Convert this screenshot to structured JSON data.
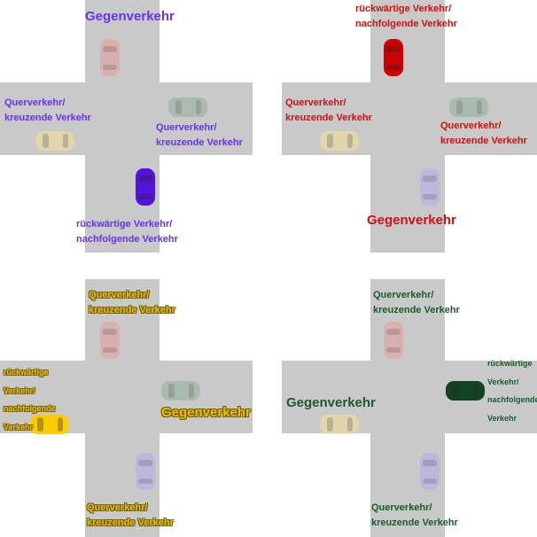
{
  "colors": {
    "road": "#c9c9c9",
    "purple": "#6633ee",
    "red": "#cc1111",
    "yellow": "#f2c200",
    "green": "#1a5a2e",
    "car_pink": "#e89a9a",
    "car_green": "#8fae98",
    "car_yellow": "#f3df93",
    "car_lavender": "#b8a8ee",
    "car_purple": "#5511dd",
    "car_red": "#cc0000",
    "car_yellow_active": "#ffcc00",
    "car_green_active": "#114422"
  },
  "panel1": {
    "top": "Gegenverkehr",
    "left": [
      "Querverkehr/",
      "kreuzende Verkehr"
    ],
    "right": [
      "Querverkehr/",
      "kreuzende Verkehr"
    ],
    "bottom": [
      "rückwärtige Verkehr/",
      "nachfolgende Verkehr"
    ]
  },
  "panel2": {
    "top": [
      "rückwärtige Verkehr/",
      "nachfolgende Verkehr"
    ],
    "left": [
      "Querverkehr/",
      "kreuzende Verkehr"
    ],
    "right": [
      "Querverkehr/",
      "kreuzende Verkehr"
    ],
    "bottom": "Gegenverkehr"
  },
  "panel3": {
    "top": [
      "Querverkehr/",
      "kreuzende Verkehr"
    ],
    "left": [
      "rückwärtige",
      "Verkehr/",
      "nachfolgende",
      "Verkehr"
    ],
    "right": "Gegenverkehr",
    "bottom": [
      "Querverkehr/",
      "kreuzende Verkehr"
    ]
  },
  "panel4": {
    "top": [
      "Querverkehr/",
      "kreuzende Verkehr"
    ],
    "left": "Gegenverkehr",
    "right": [
      "rückwärtige",
      "Verkehr/",
      "nachfolgende",
      "Verkehr"
    ],
    "bottom": [
      "Querverkehr/",
      "kreuzende Verkehr"
    ]
  }
}
